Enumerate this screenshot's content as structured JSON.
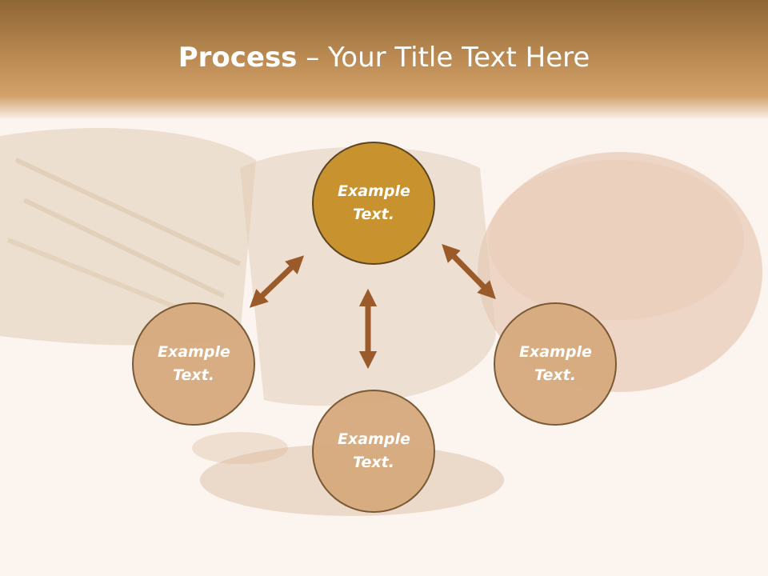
{
  "slide": {
    "title_bold": "Process",
    "title_rest": " – Your Title Text Here"
  },
  "nodes": {
    "top": "Example Text.",
    "left": "Example Text.",
    "right": "Example Text.",
    "bottom": "Example Text."
  },
  "colors": {
    "header": "#b88850",
    "main_circle": "#c8922f",
    "sub_circle": "#d6aa7e",
    "arrow": "#9a5a2a",
    "background": "#fbf5ef"
  }
}
